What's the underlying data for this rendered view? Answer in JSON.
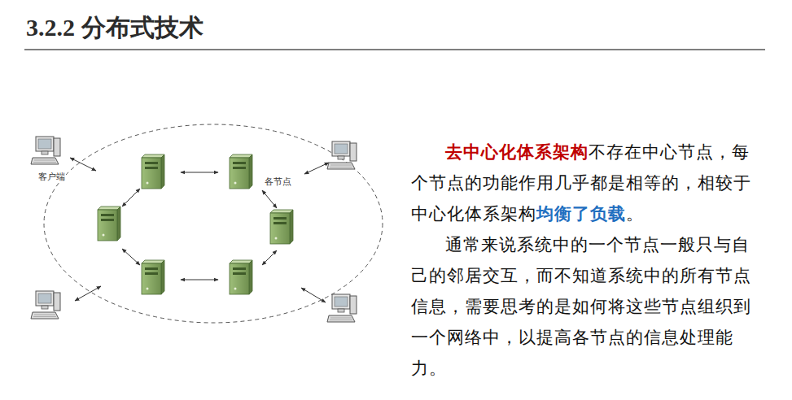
{
  "diagram": {
    "title": "3.2.2 分布式技术",
    "labels": [
      "客户端",
      "各节点",
      "去中心化体系架构",
      "不存在中心节点，每个节点的功能作用几乎都是相等的，相较于中心化体系架构",
      "均衡了负载",
      "。",
      "通常来说系统中的一个节点一般只与自己的邻居交互，而不知道系统中的所有节点信息，需要思考的是如何将这些节点组织到一个网络中，以提高各节点的信息处理能力。"
    ]
  }
}
